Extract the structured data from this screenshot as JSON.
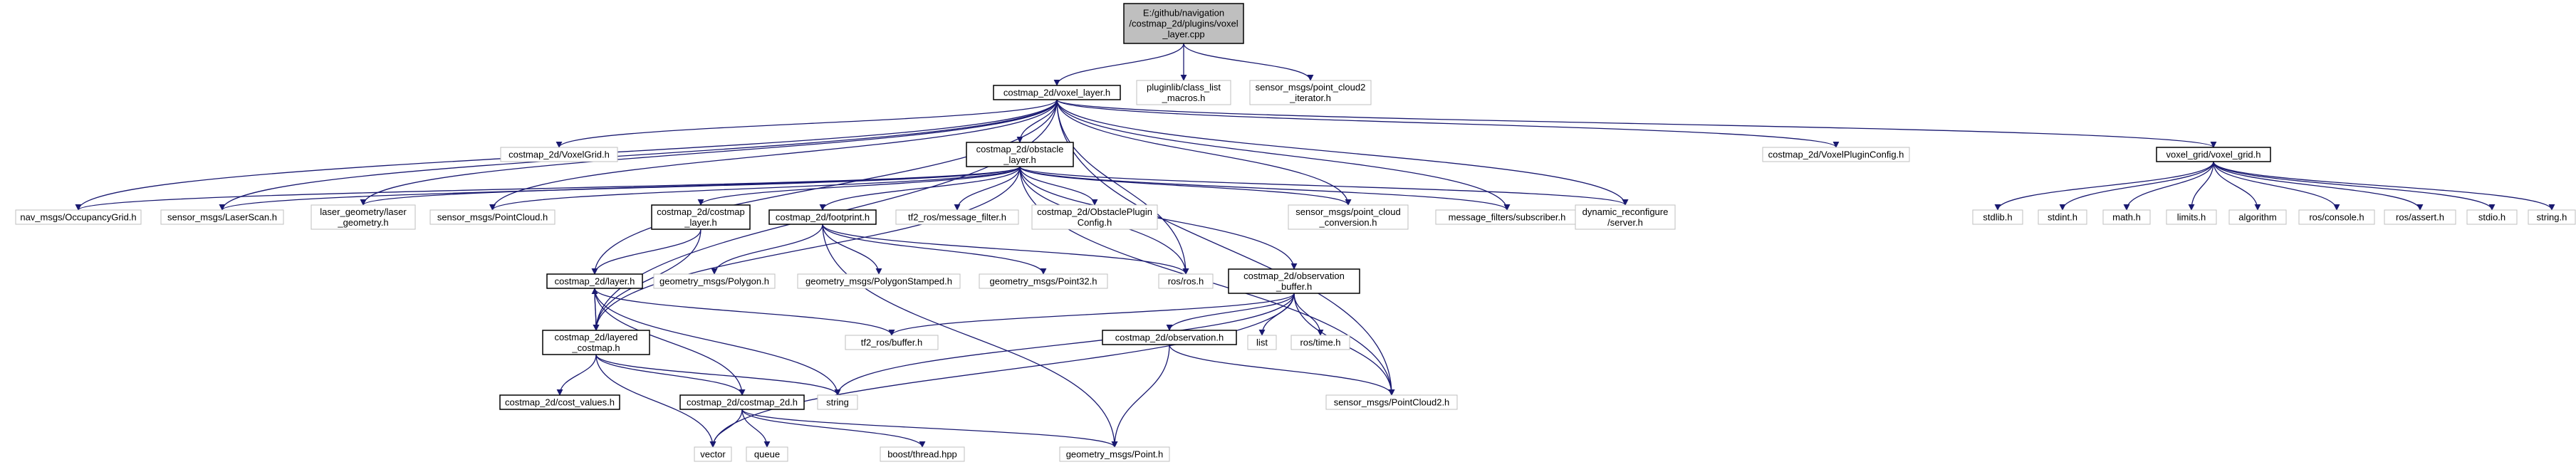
{
  "colors": {
    "edge": "#191970",
    "node_border_documented": "#000000",
    "node_border_undocumented": "#bfbfbf",
    "root_fill": "#bfbfbf",
    "node_fill": "#ffffff"
  },
  "nodes": {
    "root": {
      "lines": [
        "E:/github/navigation",
        "/costmap_2d/plugins/voxel",
        "_layer.cpp"
      ]
    },
    "voxel_layer_h": {
      "lines": [
        "costmap_2d/voxel_layer.h"
      ]
    },
    "class_list_macros": {
      "lines": [
        "pluginlib/class_list",
        "_macros.h"
      ]
    },
    "point_cloud2_iterator": {
      "lines": [
        "sensor_msgs/point_cloud2",
        "_iterator.h"
      ]
    },
    "voxel_grid_msg": {
      "lines": [
        "costmap_2d/VoxelGrid.h"
      ]
    },
    "obstacle_layer": {
      "lines": [
        "costmap_2d/obstacle",
        "_layer.h"
      ]
    },
    "voxel_plugin_config": {
      "lines": [
        "costmap_2d/VoxelPluginConfig.h"
      ]
    },
    "voxel_grid_h": {
      "lines": [
        "voxel_grid/voxel_grid.h"
      ]
    },
    "occupancy_grid": {
      "lines": [
        "nav_msgs/OccupancyGrid.h"
      ]
    },
    "laser_scan": {
      "lines": [
        "sensor_msgs/LaserScan.h"
      ]
    },
    "laser_geometry": {
      "lines": [
        "laser_geometry/laser",
        "_geometry.h"
      ]
    },
    "point_cloud": {
      "lines": [
        "sensor_msgs/PointCloud.h"
      ]
    },
    "costmap_layer": {
      "lines": [
        "costmap_2d/costmap",
        "_layer.h"
      ]
    },
    "footprint": {
      "lines": [
        "costmap_2d/footprint.h"
      ]
    },
    "message_filter": {
      "lines": [
        "tf2_ros/message_filter.h"
      ]
    },
    "obstacle_plugin_config": {
      "lines": [
        "costmap_2d/ObstaclePlugin",
        "Config.h"
      ]
    },
    "point_cloud_conversion": {
      "lines": [
        "sensor_msgs/point_cloud",
        "_conversion.h"
      ]
    },
    "subscriber": {
      "lines": [
        "message_filters/subscriber.h"
      ]
    },
    "dynamic_reconfigure": {
      "lines": [
        "dynamic_reconfigure",
        "/server.h"
      ]
    },
    "stdlib": {
      "lines": [
        "stdlib.h"
      ]
    },
    "stdint": {
      "lines": [
        "stdint.h"
      ]
    },
    "math": {
      "lines": [
        "math.h"
      ]
    },
    "limits": {
      "lines": [
        "limits.h"
      ]
    },
    "algorithm": {
      "lines": [
        "algorithm"
      ]
    },
    "ros_console": {
      "lines": [
        "ros/console.h"
      ]
    },
    "ros_assert": {
      "lines": [
        "ros/assert.h"
      ]
    },
    "stdio": {
      "lines": [
        "stdio.h"
      ]
    },
    "string_h": {
      "lines": [
        "string.h"
      ]
    },
    "layer_h": {
      "lines": [
        "costmap_2d/layer.h"
      ]
    },
    "polygon": {
      "lines": [
        "geometry_msgs/Polygon.h"
      ]
    },
    "polygon_stamped": {
      "lines": [
        "geometry_msgs/PolygonStamped.h"
      ]
    },
    "point32": {
      "lines": [
        "geometry_msgs/Point32.h"
      ]
    },
    "ros_h": {
      "lines": [
        "ros/ros.h"
      ]
    },
    "observation_buffer": {
      "lines": [
        "costmap_2d/observation",
        "_buffer.h"
      ]
    },
    "layered_costmap": {
      "lines": [
        "costmap_2d/layered",
        "_costmap.h"
      ]
    },
    "tf2_buffer": {
      "lines": [
        "tf2_ros/buffer.h"
      ]
    },
    "list": {
      "lines": [
        "list"
      ]
    },
    "ros_time": {
      "lines": [
        "ros/time.h"
      ]
    },
    "observation_h": {
      "lines": [
        "costmap_2d/observation.h"
      ]
    },
    "cost_values": {
      "lines": [
        "costmap_2d/cost_values.h"
      ]
    },
    "string_std": {
      "lines": [
        "string"
      ]
    },
    "costmap_2d_h": {
      "lines": [
        "costmap_2d/costmap_2d.h"
      ]
    },
    "point_cloud2": {
      "lines": [
        "sensor_msgs/PointCloud2.h"
      ]
    },
    "vector": {
      "lines": [
        "vector"
      ]
    },
    "queue": {
      "lines": [
        "queue"
      ]
    },
    "thread": {
      "lines": [
        "boost/thread.hpp"
      ]
    },
    "point": {
      "lines": [
        "geometry_msgs/Point.h"
      ]
    }
  }
}
